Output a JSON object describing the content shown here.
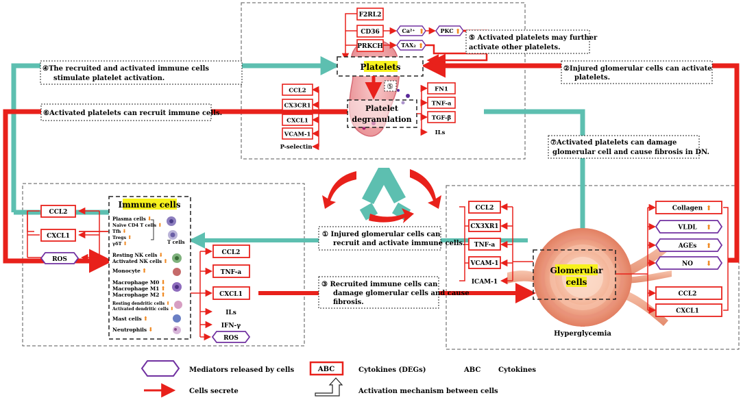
{
  "platelet_box": {
    "f2rl2": "F2RL2",
    "cd36": "CD36",
    "prkch": "PRKCH",
    "ca": "Ca²⁺",
    "pkc": "PKC",
    "tax2": "TAX₂",
    "platelets": "Platelets",
    "degran_1": "Platelet",
    "degran_2": "degranulation",
    "step5_badge": "⑤",
    "left_cytokines": [
      "CCL2",
      "CX3CR1",
      "CXCL1",
      "VCAM-1"
    ],
    "left_plain": "P-selectin",
    "right_cytokines": [
      "FN1",
      "TNF-a",
      "TGF-β"
    ],
    "right_plain": "ILs"
  },
  "notes": {
    "n5_1": "⑤ Activated platelets may further",
    "n5_2": "activate other platelets.",
    "n4_1": "④The recruited and activated immune cells",
    "n4_2": "stimulate platelet activation.",
    "n2_1": "②Injured glomerular cells can activate",
    "n2_2": "platelets.",
    "n6_1": "⑥Activated platelets can recruit immune cells.",
    "n7_1": "⑦Activated platelets can damage",
    "n7_2": "glomerular cell and cause fibrosis in DN.",
    "n1_1": "①  Injured glomerular cells can",
    "n1_2": "recruit and activate immune cells.",
    "n3_1": "③  Recruited immune cells can",
    "n3_2": "damage glomerular cells and cause",
    "n3_3": "fibrosis."
  },
  "immune": {
    "title": "Immune cells",
    "left_cytokines": [
      "CCL2",
      "CXCL1"
    ],
    "left_mediator": "ROS",
    "cells": [
      {
        "label": "Plasma cells",
        "dir": "down"
      },
      {
        "label": "Naïve CD4 T cells",
        "dir": "up"
      },
      {
        "label": "Tfh",
        "dir": "down"
      },
      {
        "label": "Tregs",
        "dir": "up"
      },
      {
        "label": "γδT",
        "dir": "up"
      },
      {
        "label": "Resting NK cells",
        "dir": "down"
      },
      {
        "label": "Activated NK cells",
        "dir": "up"
      },
      {
        "label": "Monocyte",
        "dir": "up"
      },
      {
        "label": "Macrophage M0",
        "dir": "down"
      },
      {
        "label": "Macrophage M1",
        "dir": "up"
      },
      {
        "label": "Macrophage M2",
        "dir": "up"
      },
      {
        "label": "Resting dendritic cells",
        "dir": "up"
      },
      {
        "label": "Activated dendritic cells",
        "dir": "down"
      },
      {
        "label": "Mast cells",
        "dir": "up"
      },
      {
        "label": "Neutrophils",
        "dir": "down"
      }
    ],
    "t_cells": "T cells",
    "right_cytokines": [
      "CCL2",
      "TNF-a",
      "CXCL1"
    ],
    "right_plain": [
      "ILs",
      "IFN-γ"
    ],
    "right_mediator": "ROS"
  },
  "glomerular": {
    "label_1": "Glomerular",
    "label_2": "cells",
    "left_cytokines": [
      "CCL2",
      "CX3XR1",
      "TNF-a",
      "VCAM-1"
    ],
    "left_plain": "ICAM-1",
    "right_items": [
      {
        "label": "Collagen",
        "dir": "up",
        "kind": "cytokine"
      },
      {
        "label": "VLDL",
        "dir": "up",
        "kind": "mediator"
      },
      {
        "label": "AGEs",
        "dir": "up",
        "kind": "mediator"
      },
      {
        "label": "NO",
        "dir": "down",
        "kind": "mediator"
      },
      {
        "label": "CCL2",
        "dir": "",
        "kind": "cytokine"
      },
      {
        "label": "CXCL1",
        "dir": "",
        "kind": "cytokine"
      }
    ],
    "hyperglycemia": "Hyperglycemia"
  },
  "legend": {
    "mediators": "Mediators released by cells",
    "abc_red": "ABC",
    "cytokines_degs": "Cytokines (DEGs)",
    "abc_plain": "ABC",
    "cytokines": "Cytokines",
    "cells_secrete": "Cells secrete",
    "activation": "Activation mechanism between cells"
  },
  "colors": {
    "red": "#e8211b",
    "teal": "#5dbfb0",
    "purple": "#7030a0",
    "highlight": "#f7f21d",
    "up_arrow": "#f08a24",
    "down_arrow": "#f08a24"
  }
}
